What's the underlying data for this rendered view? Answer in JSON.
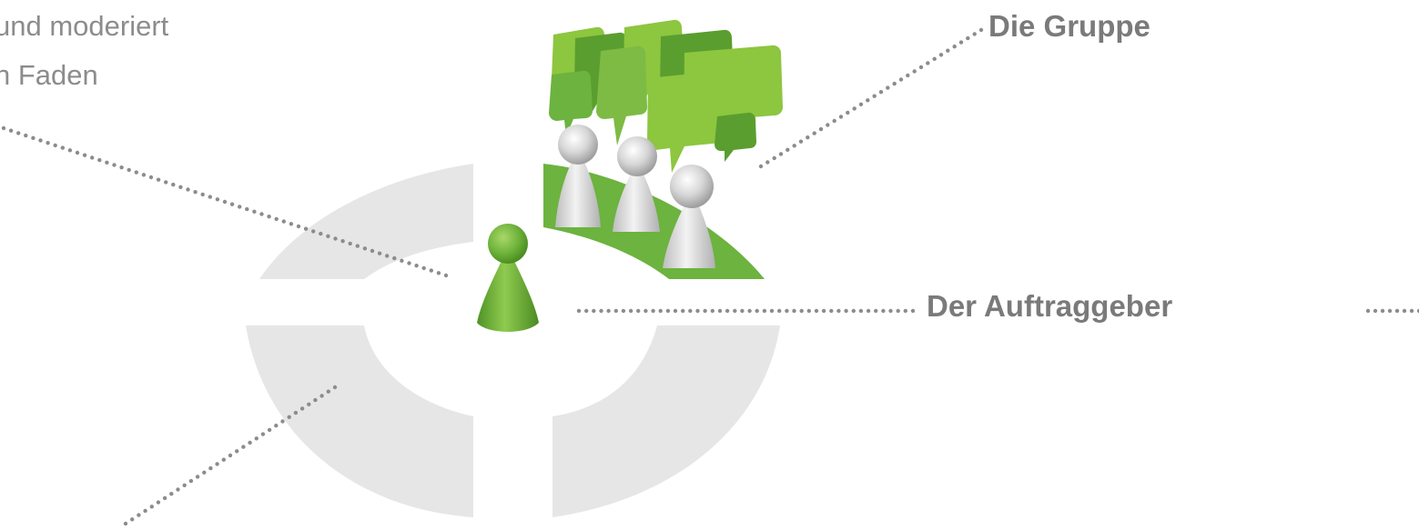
{
  "labels": {
    "top_left_line1": "und moderiert",
    "top_left_line2": "n Faden",
    "group": "Die Gruppe",
    "client": "Der Auftraggeber"
  },
  "colors": {
    "ring": "#e4e4e4",
    "green_light": "#8dc63f",
    "green_dark": "#5a9e2f",
    "pawn_grey": "#d9d9d9",
    "dots": "#8c8c8c",
    "text": "#7a7a7a"
  }
}
